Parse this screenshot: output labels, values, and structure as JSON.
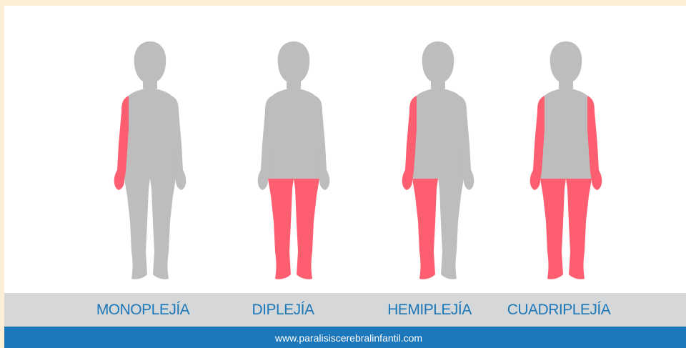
{
  "colors": {
    "body": "#bdbdbd",
    "highlight": "#fe5f70",
    "label_text": "#1d78b8",
    "label_band": "#d5d7d8",
    "footer_band": "#1c77bb"
  },
  "figures": [
    {
      "label": "MONOPLEJÍA",
      "affected": [
        "left-arm"
      ]
    },
    {
      "label": "DIPLEJÍA",
      "affected": [
        "left-leg",
        "right-leg"
      ]
    },
    {
      "label": "HEMIPLEJÍA",
      "affected": [
        "left-arm",
        "left-leg"
      ]
    },
    {
      "label": "CUADRIPLEJÍA",
      "affected": [
        "left-arm",
        "right-arm",
        "left-leg",
        "right-leg"
      ]
    }
  ],
  "footer": {
    "url": "www.paralisiscerebralinfantil.com"
  }
}
